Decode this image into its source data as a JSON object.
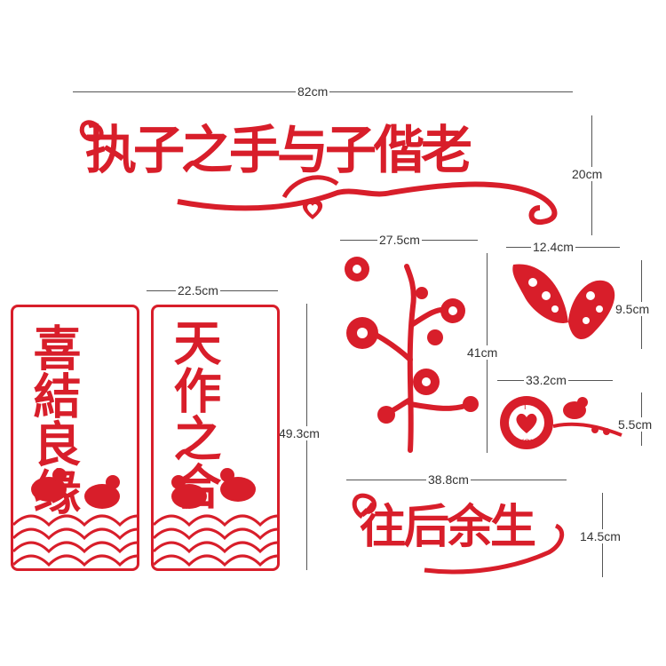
{
  "accent_color": "#d81e2a",
  "banner_top": {
    "text": "执子之手与子偕老",
    "width": "82cm",
    "height": "20cm"
  },
  "couplet": {
    "left_text": "喜結良缘",
    "right_text": "天作之合",
    "width": "22.5cm",
    "height": "49.3cm"
  },
  "plum_branch": {
    "width": "27.5cm",
    "height": "41cm"
  },
  "butterfly": {
    "width": "12.4cm",
    "height": "9.5cm"
  },
  "love_bird": {
    "top_text": "I",
    "bottom_text": "YOU",
    "width": "33.2cm",
    "height": "5.5cm"
  },
  "banner_bottom": {
    "text": "往后余生",
    "width": "38.8cm",
    "height": "14.5cm"
  },
  "icons": [
    "heart-icon",
    "flower-icon",
    "butterfly-icon",
    "bird-icon",
    "mandarin-duck-icon",
    "wave-pattern-icon"
  ]
}
